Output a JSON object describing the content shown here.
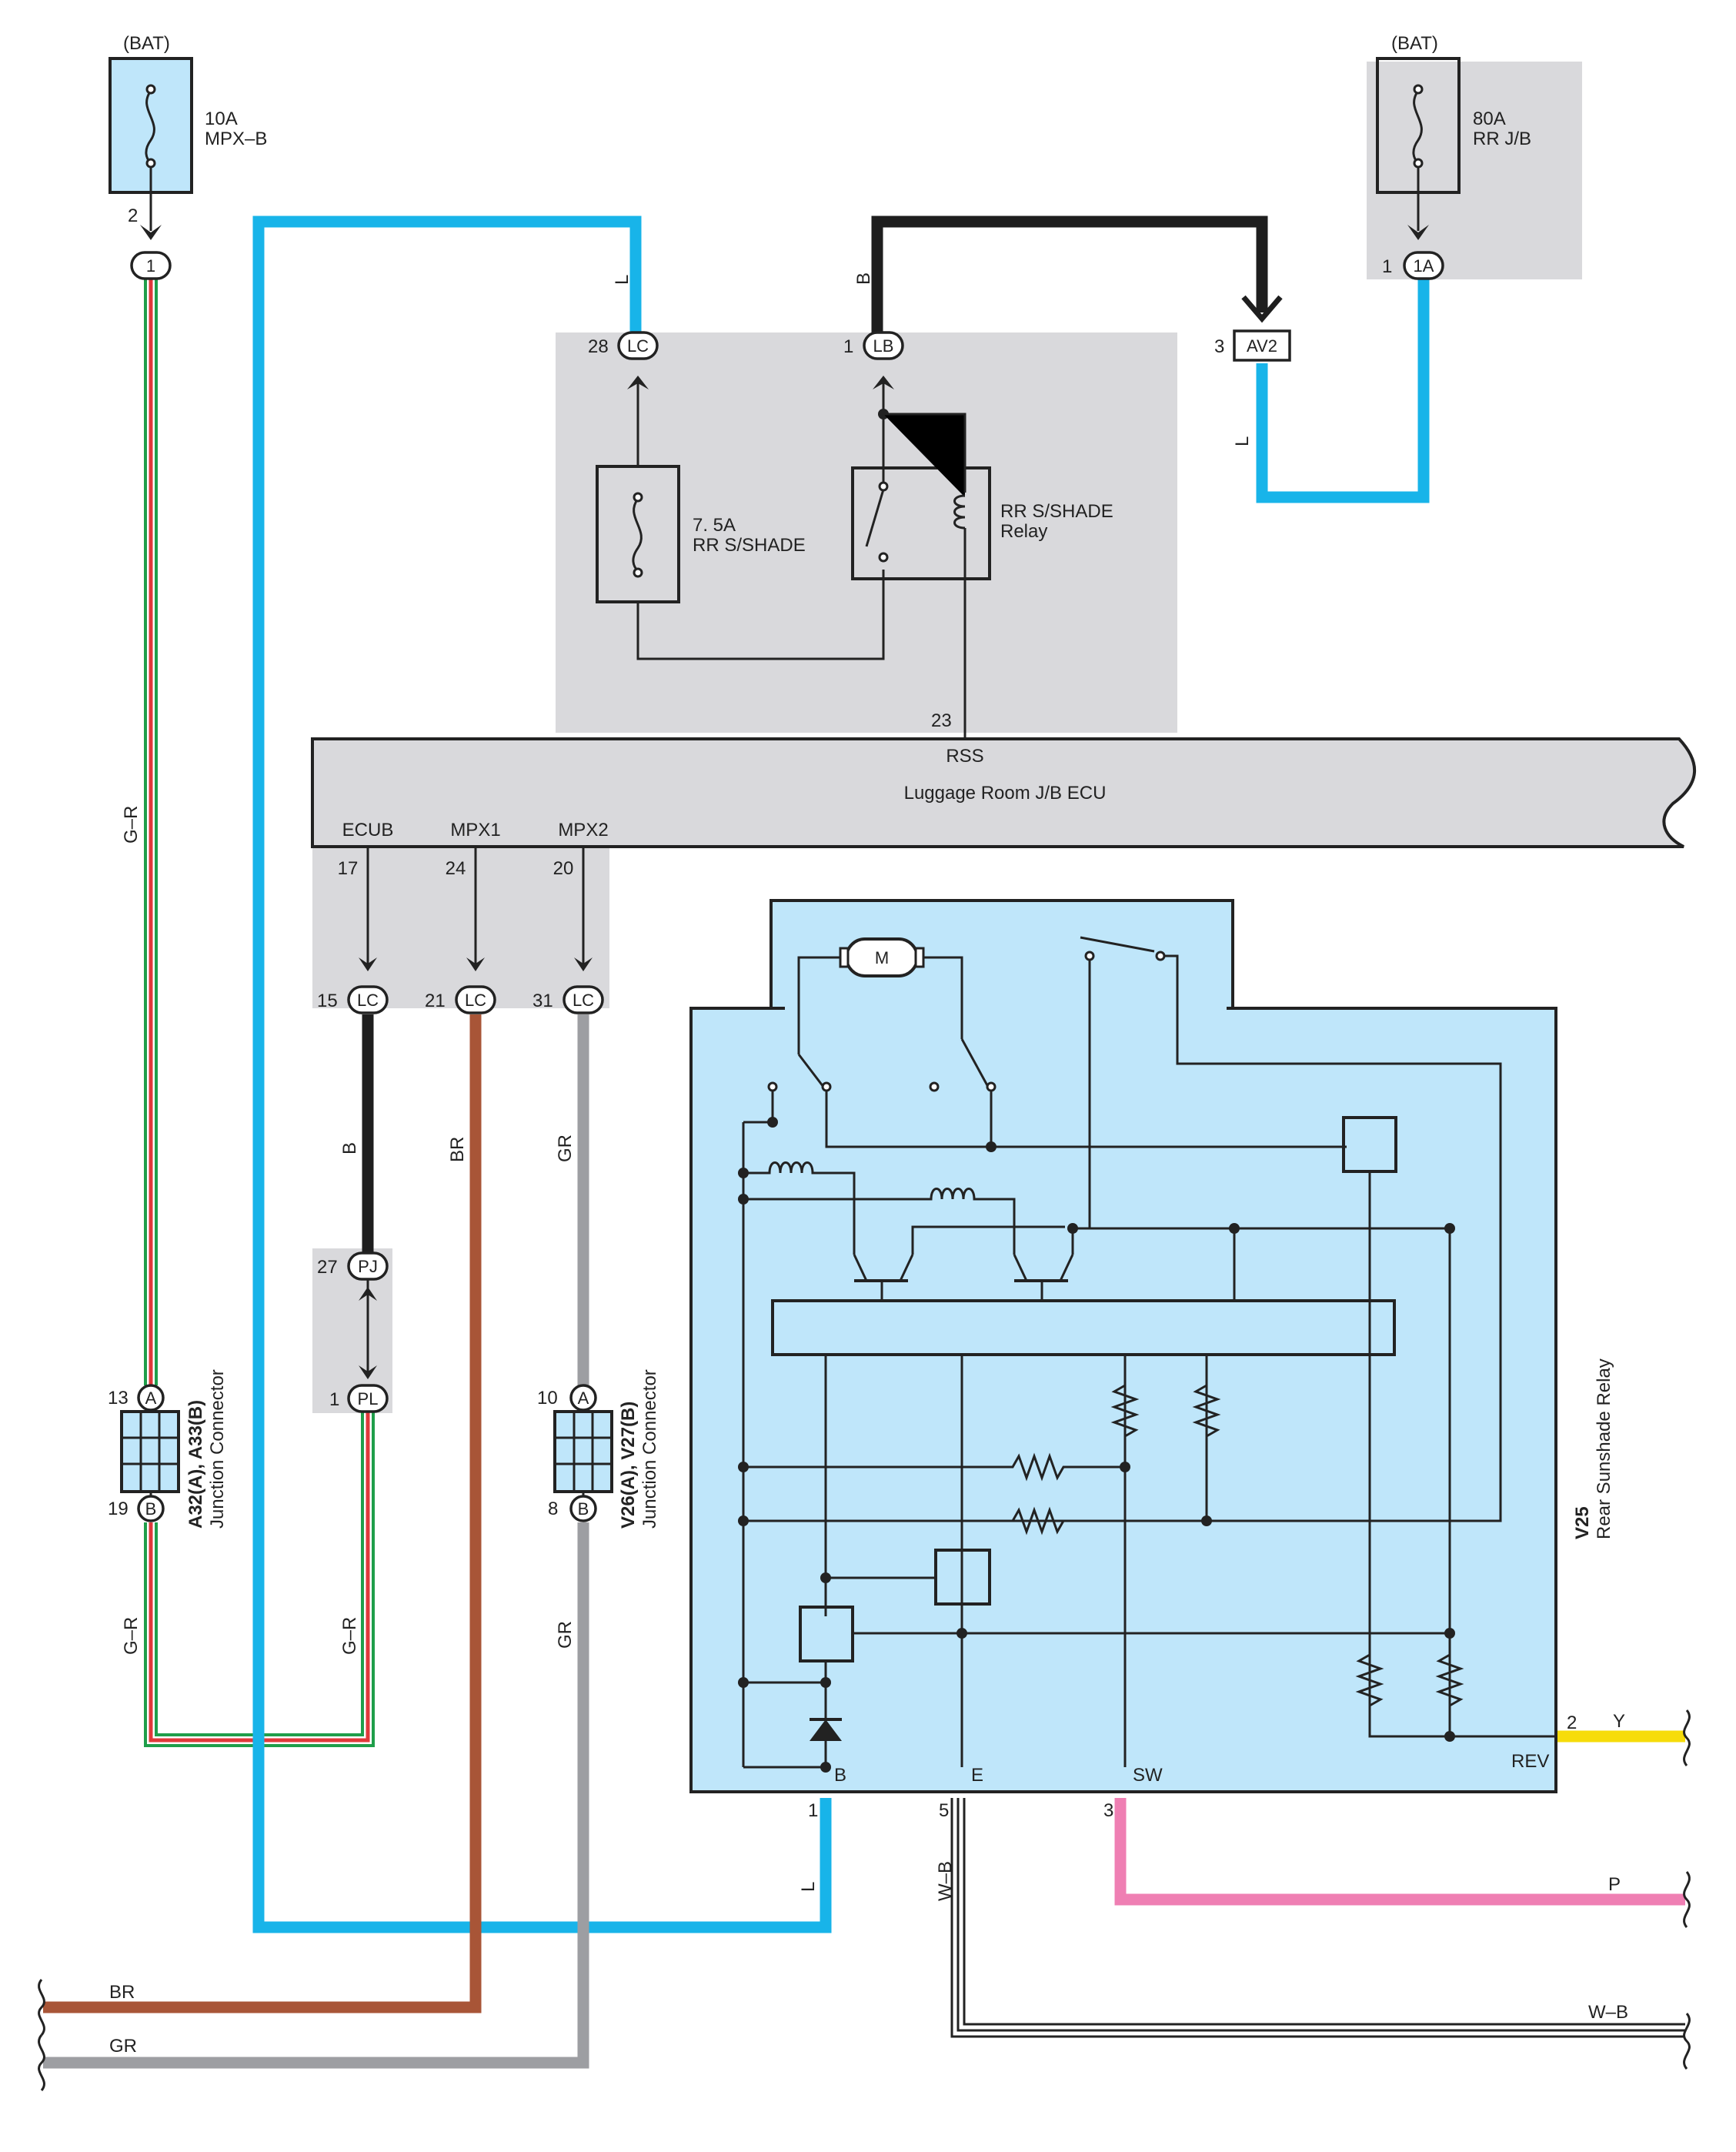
{
  "colors": {
    "light_blue": "#bfe6fa",
    "gray_panel": "#d9d9dc",
    "L": "#18b4e9",
    "B": "#1e1e1e",
    "BR": "#a85537",
    "GR": "#9d9ea2",
    "G": "#1f9e4a",
    "R": "#e0383a",
    "P": "#ef7fb3",
    "Y": "#f6dc0a",
    "W": "#ffffff"
  },
  "power": {
    "left": {
      "source": "(BAT)",
      "amp": "10A",
      "name": "MPX–B",
      "pin": "2",
      "conn": "1"
    },
    "right": {
      "source": "(BAT)",
      "amp": "80A",
      "name": "RR J/B",
      "pin": "1",
      "conn": "1A"
    }
  },
  "jb": {
    "fuse": {
      "amp": "7. 5A",
      "name": "RR S/SHADE"
    },
    "relay": {
      "line1": "RR S/SHADE",
      "line2": "Relay"
    },
    "pins": {
      "lc_num": "28",
      "lc": "LC",
      "lb_num": "1",
      "lb": "LB",
      "av2_num": "3",
      "av2": "AV2",
      "terminal_23": "23"
    }
  },
  "ecu": {
    "name": "Luggage Room J/B ECU",
    "rss": "RSS",
    "terminals": [
      {
        "name": "ECUB",
        "num": "17",
        "pin_num": "15",
        "pin": "LC"
      },
      {
        "name": "MPX1",
        "num": "24",
        "pin_num": "21",
        "pin": "LC"
      },
      {
        "name": "MPX2",
        "num": "20",
        "pin_num": "31",
        "pin": "LC"
      }
    ]
  },
  "pj": {
    "top_num": "27",
    "top": "PJ",
    "bot_num": "1",
    "bot": "PL"
  },
  "junction_left": {
    "a_num": "13",
    "a": "A",
    "b_num": "19",
    "b": "B",
    "title": "A32(A), A33(B)",
    "subtitle": "Junction Connector"
  },
  "junction_mid": {
    "a_num": "10",
    "a": "A",
    "b_num": "8",
    "b": "B",
    "title": "V26(A), V27(B)",
    "subtitle": "Junction Connector"
  },
  "relay_unit": {
    "id": "V25",
    "name": "Rear Sunshade Relay",
    "motor": "M",
    "terminals": [
      {
        "label": "B",
        "num": "1"
      },
      {
        "label": "E",
        "num": "5"
      },
      {
        "label": "SW",
        "num": "3"
      },
      {
        "label": "REV",
        "num": "2"
      }
    ]
  },
  "wire_labels": {
    "gr_left_top": "G–R",
    "gr_left_bot": "G–R",
    "gr_pl": "G–R",
    "l_top": "L",
    "b_top": "B",
    "l_av2": "L",
    "b_ecub": "B",
    "br_mpx1": "BR",
    "gr_mpx2": "GR",
    "gr_mpx2_low": "GR",
    "l_relay": "L",
    "wb_relay": "W–B",
    "y_right": "Y",
    "p_right": "P",
    "wb_right": "W–B",
    "br_left": "BR",
    "gr_left": "GR"
  }
}
